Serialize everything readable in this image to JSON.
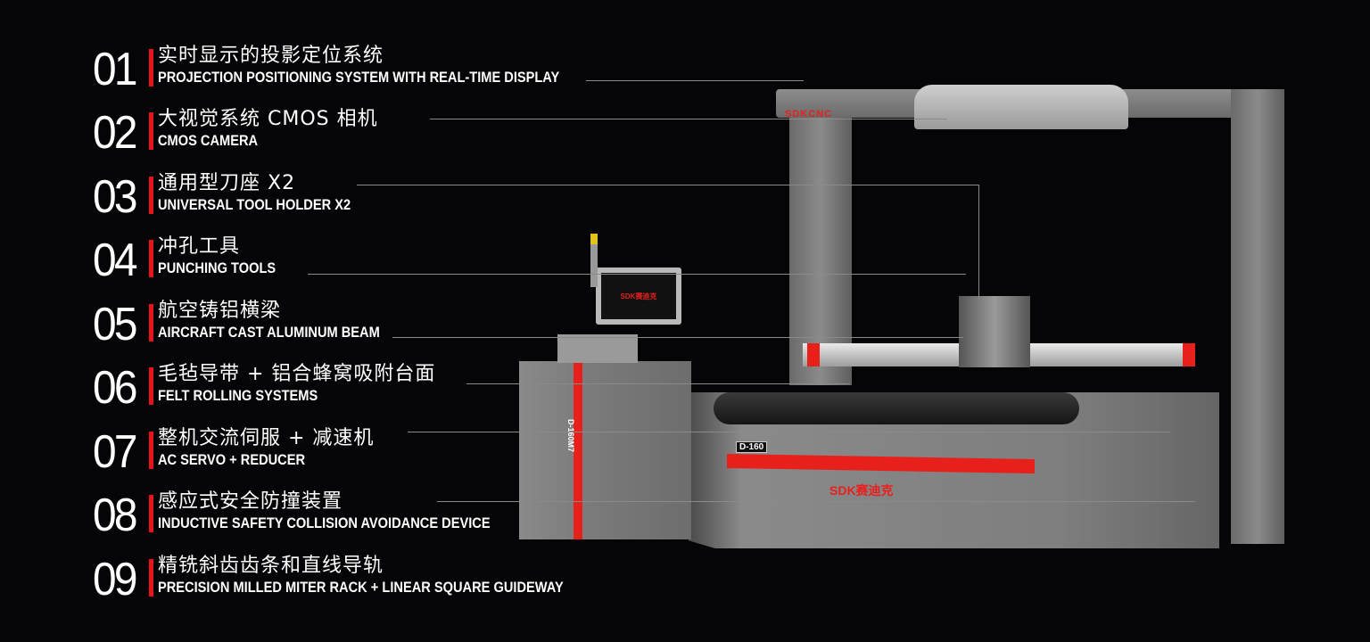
{
  "features": [
    {
      "num": "01",
      "zh": "实时显示的投影定位系统",
      "en": "PROJECTION POSITIONING SYSTEM WITH REAL-TIME DISPLAY"
    },
    {
      "num": "02",
      "zh": "大视觉系统  CMOS 相机",
      "en": "CMOS CAMERA"
    },
    {
      "num": "03",
      "zh": "通用型刀座 X2",
      "en": "UNIVERSAL TOOL HOLDER X2"
    },
    {
      "num": "04",
      "zh": "冲孔工具",
      "en": "PUNCHING TOOLS"
    },
    {
      "num": "05",
      "zh": "航空铸铝横梁",
      "en": "AIRCRAFT CAST ALUMINUM BEAM"
    },
    {
      "num": "06",
      "zh": "毛毡导带 + 铝合蜂窝吸附台面",
      "en": "FELT ROLLING SYSTEMS"
    },
    {
      "num": "07",
      "zh": "整机交流伺服 + 减速机",
      "en": "AC SERVO + REDUCER"
    },
    {
      "num": "08",
      "zh": "感应式安全防撞装置",
      "en": "INDUCTIVE SAFETY COLLISION AVOIDANCE DEVICE"
    },
    {
      "num": "09",
      "zh": "精铣斜齿齿条和直线导轨",
      "en": "PRECISION MILLED MITER RACK + LINEAR SQUARE GUIDEWAY"
    }
  ],
  "machine": {
    "gantry_brand": "SDKCNC",
    "screen_brand": "SDK赛迪克",
    "model_table": "D-160",
    "model_cabinet": "D-160M7",
    "table_brand": "SDK赛迪克"
  },
  "colors": {
    "accent": "#e8141b",
    "background": "#050507"
  }
}
